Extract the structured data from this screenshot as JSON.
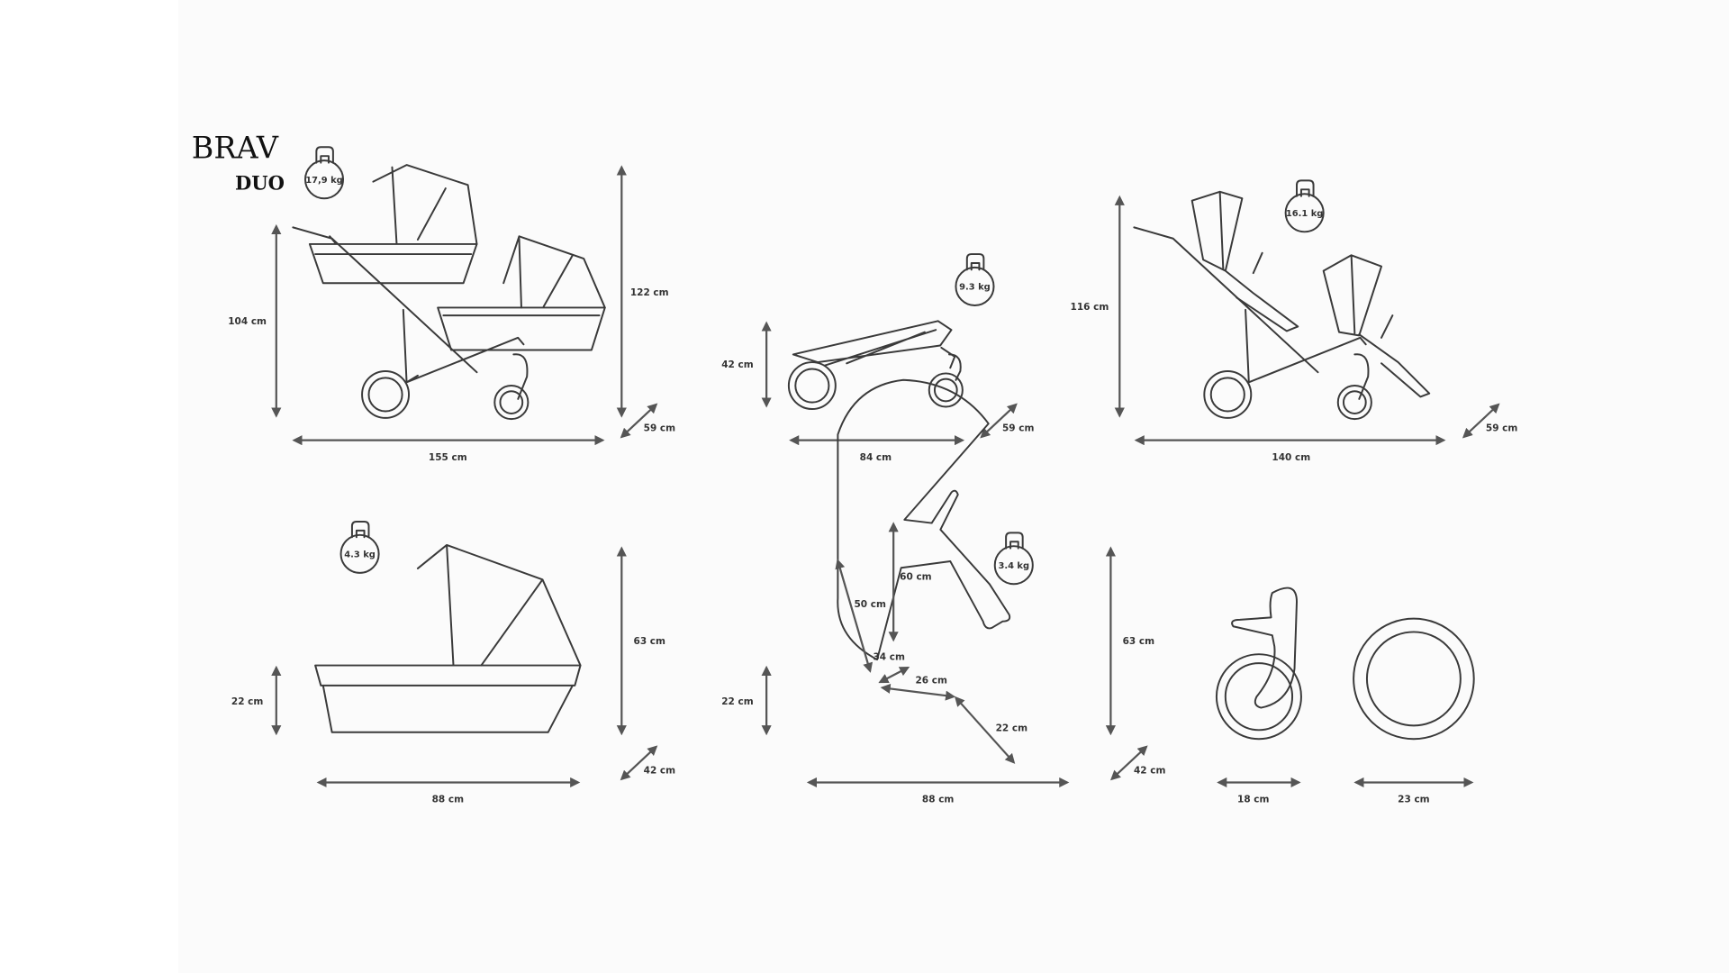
{
  "brand": {
    "name": "BRAV",
    "model": "DUO"
  },
  "colors": {
    "line": "#3a3a3a",
    "background": "#fbfbfb"
  },
  "views": {
    "double_stroller_carrycots": {
      "weight": "17,9 kg",
      "height_handle": "104 cm",
      "height_total": "122 cm",
      "length": "155 cm",
      "width": "59 cm"
    },
    "folded_frame": {
      "weight": "9.3 kg",
      "height": "42 cm",
      "length": "84 cm",
      "width": "59 cm"
    },
    "double_stroller_seats": {
      "weight": "16.1 kg",
      "height": "116 cm",
      "length": "140 cm",
      "width": "59 cm"
    },
    "carrycot": {
      "weight": "4.3 kg",
      "height_body": "22 cm",
      "height_total": "63 cm",
      "length": "88 cm",
      "width": "42 cm"
    },
    "seat_unit": {
      "weight": "3.4 kg",
      "height_body": "22 cm",
      "height_total": "63 cm",
      "length": "88 cm",
      "width": "42 cm",
      "backrest_height": "60 cm",
      "backrest_length": "50 cm",
      "seat_depth_upper": "34 cm",
      "seat_depth": "26 cm",
      "footrest": "22 cm"
    },
    "front_wheel": {
      "diameter": "18 cm"
    },
    "rear_wheel": {
      "diameter": "23 cm"
    }
  }
}
